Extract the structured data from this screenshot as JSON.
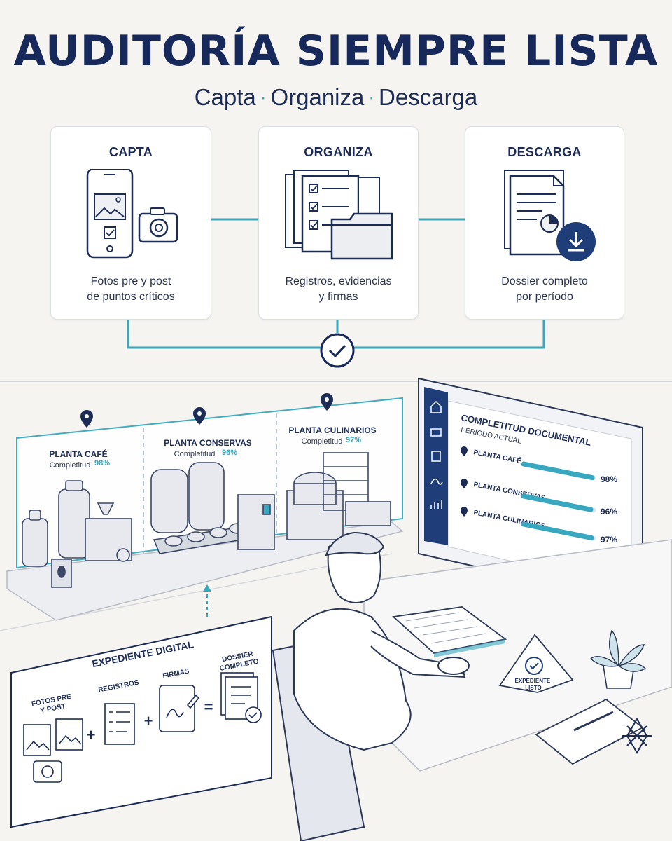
{
  "header": {
    "title": "AUDITORÍA SIEMPRE LISTA",
    "subtitle": [
      "Capta",
      "Organiza",
      "Descarga"
    ],
    "separator": "·"
  },
  "steps": [
    {
      "title": "CAPTA",
      "description": "Fotos pre y post\nde puntos críticos",
      "icon": "phone-camera-icon"
    },
    {
      "title": "ORGANIZA",
      "description": "Registros, evidencias\ny firmas",
      "icon": "folder-documents-icon"
    },
    {
      "title": "DESCARGA",
      "description": "Dossier completo\npor período",
      "icon": "document-download-icon"
    }
  ],
  "plants": [
    {
      "name": "PLANTA CAFÉ",
      "completeness_label": "Completitud",
      "completeness": "98%"
    },
    {
      "name": "PLANTA CONSERVAS",
      "completeness_label": "Completitud",
      "completeness": "96%"
    },
    {
      "name": "PLANTA CULINARIOS",
      "completeness_label": "Completitud",
      "completeness": "97%"
    }
  ],
  "monitor": {
    "title": "COMPLETITUD DOCUMENTAL",
    "subtitle": "PERÍODO ACTUAL",
    "rows": [
      {
        "name": "PLANTA CAFÉ",
        "value": "98%",
        "fraction": 0.98
      },
      {
        "name": "PLANTA CONSERVAS",
        "value": "96%",
        "fraction": 0.96
      },
      {
        "name": "PLANTA CULINARIOS",
        "value": "97%",
        "fraction": 0.97
      }
    ]
  },
  "expediente": {
    "title": "EXPEDIENTE DIGITAL",
    "fotos": "FOTOS PRE\nY POST",
    "registros": "REGISTROS",
    "firmas": "FIRMAS",
    "dossier": "DOSSIER\nCOMPLETO",
    "plus": "+",
    "equals": "="
  },
  "tent_card": {
    "text": "EXPEDIENTE\nLISTO"
  },
  "colors": {
    "navy": "#17285a",
    "teal": "#37a8bf",
    "background": "#f5f4f0"
  }
}
